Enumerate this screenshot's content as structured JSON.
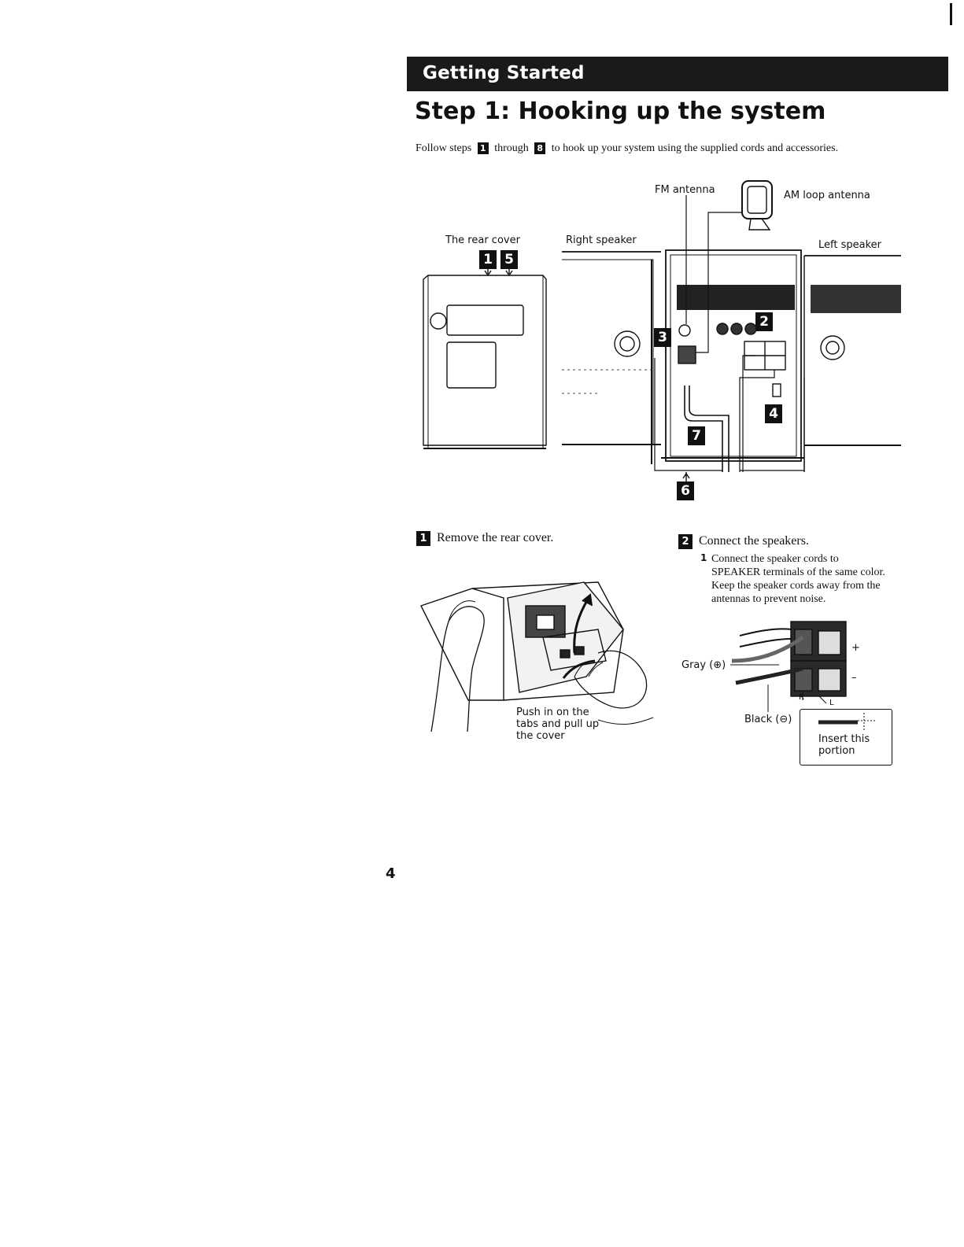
{
  "header": {
    "section_title": "Getting Started",
    "page_title": "Step 1:  Hooking up the system"
  },
  "intro": {
    "text_before": "Follow steps",
    "first_step": "1",
    "text_middle": "through",
    "last_step": "8",
    "text_after": "to hook up your system using the supplied cords and accessories."
  },
  "figure": {
    "labels": {
      "fm_antenna": "FM antenna",
      "am_loop_antenna": "AM loop antenna",
      "rear_cover": "The rear cover",
      "right_speaker": "Right speaker",
      "left_speaker": "Left speaker"
    },
    "step_numbers": [
      "1",
      "5",
      "2",
      "3",
      "4",
      "7",
      "6"
    ]
  },
  "steps": [
    {
      "number": "1",
      "title": "Remove the rear cover.",
      "callout": [
        "Push in on the",
        "tabs and pull up",
        "the cover"
      ]
    },
    {
      "number": "2",
      "title": "Connect the speakers.",
      "substeps": [
        {
          "number": "1",
          "lines": [
            "Connect the speaker cords to",
            "SPEAKER terminals of the same color.",
            "Keep the speaker cords away from the",
            "antennas to prevent noise."
          ]
        }
      ],
      "diagram_labels": {
        "gray": "Gray (⊕)",
        "black": "Black (⊖)",
        "plus": "+",
        "minus": "–",
        "right": "R",
        "left": "L",
        "insert": [
          "Insert this",
          "portion"
        ]
      }
    }
  ],
  "footer": {
    "page_number": "4"
  }
}
